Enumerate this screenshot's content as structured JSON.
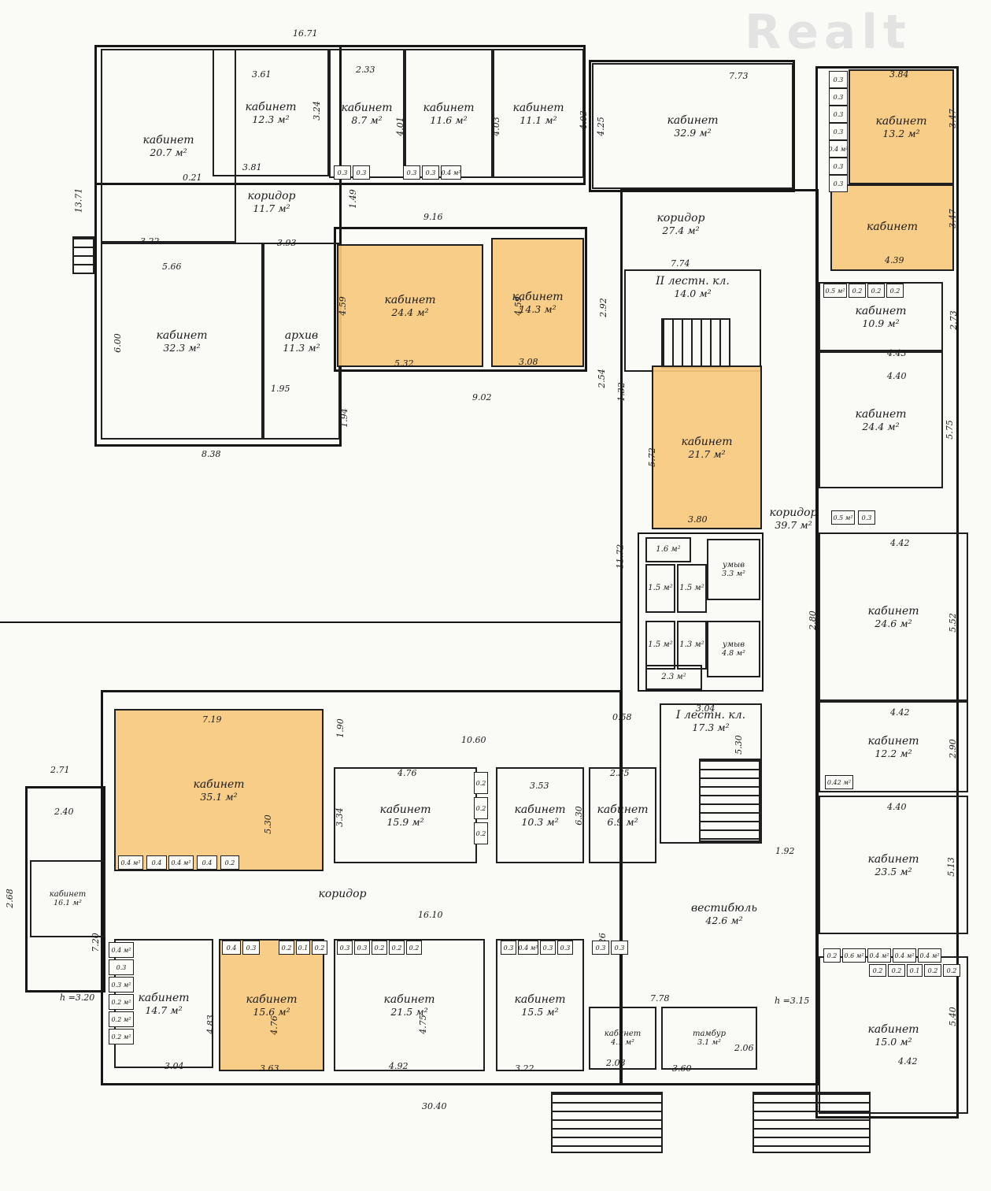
{
  "watermark": "Realt",
  "colors": {
    "highlight_fill": "#f7c97e",
    "wall": "#1f1f1f",
    "watermark": "#e3e3e3",
    "paper": "#fafaf7"
  },
  "rooms": [
    {
      "name": "кабинет",
      "area": "20.7 м²",
      "highlighted": false
    },
    {
      "name": "кабинет",
      "area": "12.3 м²",
      "highlighted": false
    },
    {
      "name": "кабинет",
      "area": "8.7 м²",
      "highlighted": false
    },
    {
      "name": "кабинет",
      "area": "11.6 м²",
      "highlighted": false
    },
    {
      "name": "кабинет",
      "area": "11.1 м²",
      "highlighted": false
    },
    {
      "name": "кабинет",
      "area": "32.9 м²",
      "highlighted": false
    },
    {
      "name": "кабинет",
      "area": "13.2 м²",
      "highlighted": true
    },
    {
      "name": "кабинет",
      "area": "",
      "highlighted": true
    },
    {
      "name": "коридор",
      "area": "11.7 м²",
      "highlighted": false
    },
    {
      "name": "кабинет",
      "area": "32.3 м²",
      "highlighted": false
    },
    {
      "name": "архив",
      "area": "11.3 м²",
      "highlighted": false
    },
    {
      "name": "кабинет",
      "area": "24.4 м²",
      "highlighted": true
    },
    {
      "name": "кабинет",
      "area": "14.3 м²",
      "highlighted": true
    },
    {
      "name": "коридор",
      "area": "27.4 м²",
      "highlighted": false
    },
    {
      "name": "II лестн. кл.",
      "area": "14.0 м²",
      "highlighted": false
    },
    {
      "name": "кабинет",
      "area": "10.9 м²",
      "highlighted": false
    },
    {
      "name": "кабинет",
      "area": "24.4 м²",
      "highlighted": false
    },
    {
      "name": "кабинет",
      "area": "21.7 м²",
      "highlighted": true
    },
    {
      "name": "коридор",
      "area": "39.7 м²",
      "highlighted": false
    },
    {
      "name": "1.6 м²",
      "area": "",
      "highlighted": false
    },
    {
      "name": "умыв",
      "area": "3.3 м²",
      "highlighted": false
    },
    {
      "name": "1.5 м²",
      "area": "",
      "highlighted": false
    },
    {
      "name": "1.5 м²",
      "area": "",
      "highlighted": false
    },
    {
      "name": "1.5 м²",
      "area": "",
      "highlighted": false
    },
    {
      "name": "1.3 м²",
      "area": "",
      "highlighted": false
    },
    {
      "name": "умыв",
      "area": "4.8 м²",
      "highlighted": false
    },
    {
      "name": "2.3 м²",
      "area": "",
      "highlighted": false
    },
    {
      "name": "кабинет",
      "area": "24.6 м²",
      "highlighted": false
    },
    {
      "name": "кабинет",
      "area": "12.2 м²",
      "highlighted": false
    },
    {
      "name": "I лестн. кл.",
      "area": "17.3 м²",
      "highlighted": false
    },
    {
      "name": "кабинет",
      "area": "35.1 м²",
      "highlighted": true
    },
    {
      "name": "кабинет",
      "area": "16.1 м²",
      "highlighted": false
    },
    {
      "name": "кабинет",
      "area": "15.9 м²",
      "highlighted": false
    },
    {
      "name": "кабинет",
      "area": "10.3 м²",
      "highlighted": false
    },
    {
      "name": "кабинет",
      "area": "6.9 м²",
      "highlighted": false
    },
    {
      "name": "коридор",
      "area": "",
      "highlighted": false
    },
    {
      "name": "вестибюль",
      "area": "42.6 м²",
      "highlighted": false
    },
    {
      "name": "кабинет",
      "area": "14.7 м²",
      "highlighted": false
    },
    {
      "name": "кабинет",
      "area": "15.6 м²",
      "highlighted": true
    },
    {
      "name": "кабинет",
      "area": "21.5 м²",
      "highlighted": false
    },
    {
      "name": "кабинет",
      "area": "15.5 м²",
      "highlighted": false
    },
    {
      "name": "кабинет",
      "area": "4.1 м²",
      "highlighted": false
    },
    {
      "name": "тамбур",
      "area": "3.1 м²",
      "highlighted": false
    },
    {
      "name": "кабинет",
      "area": "23.5 м²",
      "highlighted": false
    },
    {
      "name": "кабинет",
      "area": "15.0 м²",
      "highlighted": false
    }
  ],
  "dims": [
    "16.71",
    "3.61",
    "2.33",
    "7.73",
    "3.84",
    "3.81",
    "0.21",
    "3.22",
    "3.93",
    "5.66",
    "9.16",
    "7.74",
    "4.39",
    "4.43",
    "4.40",
    "8.38",
    "5.32",
    "3.08",
    "9.02",
    "1.95",
    "3.80",
    "4.42",
    "3.04",
    "7.19",
    "10.60",
    "4.76",
    "2.35",
    "3.53",
    "2.71",
    "2.40",
    "16.10",
    "4.42",
    "4.40",
    "3.04",
    "3.63",
    "4.92",
    "3.22",
    "2.08",
    "3.60",
    "7.78",
    "2.06",
    "30.40",
    "4.42",
    "1.92",
    "0.58",
    "h =3.20",
    "h =3.15",
    "13.71",
    "3.24",
    "1.49",
    "4.01",
    "4.03",
    "4.03",
    "4.25",
    "3.47",
    "3.47",
    "2.73",
    "4.59",
    "4.59",
    "2.92",
    "6.00",
    "1.94",
    "2.54",
    "1.32",
    "5.75",
    "5.72",
    "11.72",
    "2.80",
    "5.52",
    "1.90",
    "3.34",
    "5.30",
    "6.30",
    "5.30",
    "2.68",
    "7.20",
    "4.83",
    "4.76",
    "4.75",
    "5.26",
    "2.90",
    "5.13",
    "5.40"
  ],
  "sd": [
    "0.3",
    "0.3",
    "0.3",
    "0.3",
    "0.4 м²",
    "0.3",
    "0.3",
    "0.5 м²",
    "0.2",
    "0.2",
    "0.2",
    "0.5 м²",
    "0.3",
    "0.42 м²",
    "0.2",
    "0.6 м²",
    "0.4 м²",
    "0.4 м²",
    "0.4 м²",
    "0.2",
    "0.2",
    "0.1",
    "0.2",
    "0.2",
    "0.4 м²",
    "0.3",
    "0.3 м²",
    "0.2 м²",
    "0.2 м²",
    "0.2 м²",
    "0.4 м²",
    "0.4",
    "0.4 м²",
    "0.4",
    "0.2",
    "0.4",
    "0.3",
    "0.2",
    "0.1",
    "0.2",
    "0.3",
    "0.3",
    "0.2",
    "0.2",
    "0.2",
    "0.3",
    "0.4 м²",
    "0.3",
    "0.3",
    "0.3",
    "0.3",
    "0.3",
    "0.3",
    "0.3",
    "0.3",
    "0.4 м²",
    "0.2",
    "0.2",
    "0.2"
  ]
}
